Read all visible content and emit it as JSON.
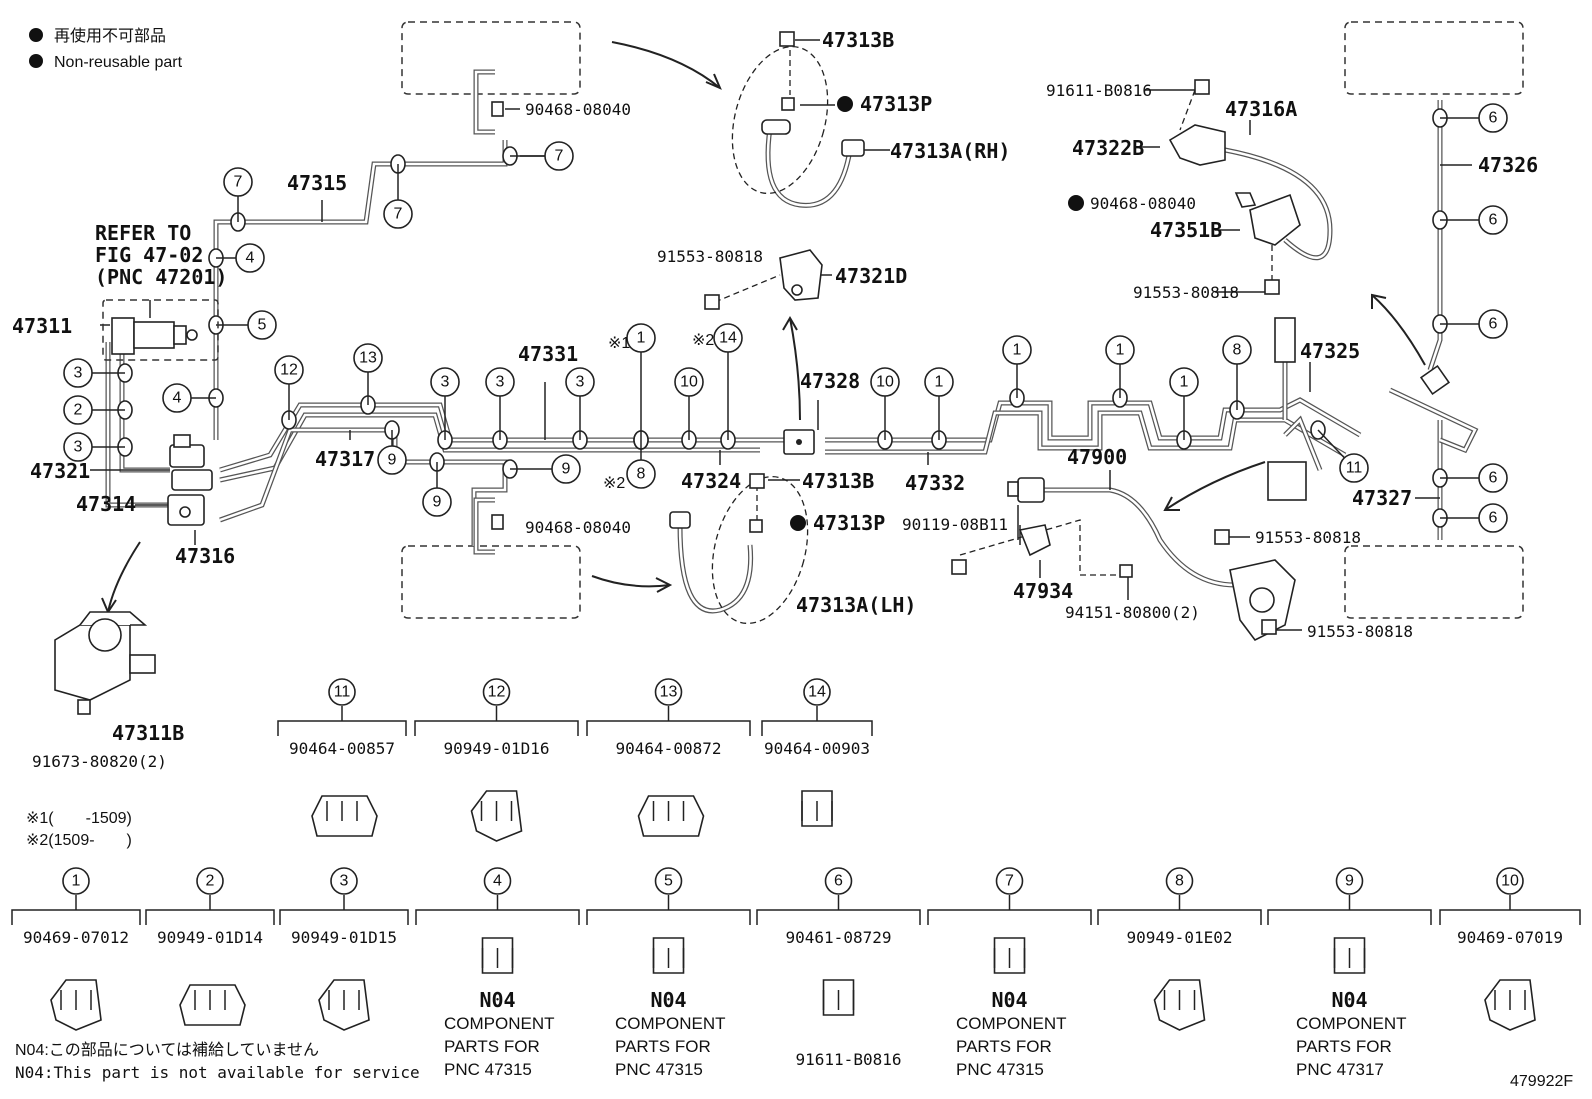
{
  "legend": {
    "line1": "再使用不可部品",
    "line2": "Non-reusable part"
  },
  "refer": {
    "line1": "REFER TO",
    "line2": "FIG 47-02",
    "line3": "(PNC 47201)"
  },
  "notes": {
    "s1": "※1(　　-1509)",
    "s2": "※2(1509-　　)",
    "n04_jp": "N04:この部品については補給していません",
    "n04_en": "N04:This part is not available for service"
  },
  "figure_id": "479922F",
  "parts": {
    "p47313B_top": "47313B",
    "p47313P_top": "47313P",
    "p47313A_rh": "47313A(RH)",
    "p90468_top": "90468-08040",
    "p91553_a": "91553-80818",
    "p47321D": "47321D",
    "p47315": "47315",
    "p47311": "47311",
    "p47331": "47331",
    "p47328": "47328",
    "p47321": "47321",
    "p47314": "47314",
    "p47316": "47316",
    "p47317": "47317",
    "p47324": "47324",
    "p47313B_bot": "47313B",
    "p47313P_bot": "47313P",
    "p47313A_lh": "47313A(LH)",
    "p90468_bot": "90468-08040",
    "p47332": "47332",
    "p47900": "47900",
    "p90119": "90119-08B11",
    "p47934": "47934",
    "p94151": "94151-80800(2)",
    "p91553_b": "91553-80818",
    "p91553_c": "91553-80818",
    "p91611_top": "91611-B0816",
    "p47316A": "47316A",
    "p47322B": "47322B",
    "p90468_r": "90468-08040",
    "p47351B": "47351B",
    "p91553_d": "91553-80818",
    "p47326": "47326",
    "p47325": "47325",
    "p47327": "47327",
    "p47311B": "47311B",
    "p91673": "91673-80820(2)",
    "mark1": "※1",
    "mark2a": "※2",
    "mark2b": "※2"
  },
  "callouts": {
    "c1": "1",
    "c2": "2",
    "c3": "3",
    "c4": "4",
    "c5": "5",
    "c6": "6",
    "c7": "7",
    "c8": "8",
    "c9": "9",
    "c10": "10",
    "c11": "11",
    "c12": "12",
    "c13": "13",
    "c14": "14"
  },
  "clip_table": {
    "row1": [
      {
        "num": "11",
        "pn": "90464-00857"
      },
      {
        "num": "12",
        "pn": "90949-01D16"
      },
      {
        "num": "13",
        "pn": "90464-00872"
      },
      {
        "num": "14",
        "pn": "90464-00903"
      }
    ],
    "row2": [
      {
        "num": "1",
        "pn": "90469-07012"
      },
      {
        "num": "2",
        "pn": "90949-01D14"
      },
      {
        "num": "3",
        "pn": "90949-01D15"
      },
      {
        "num": "4",
        "pn": "N04",
        "c1": "COMPONENT",
        "c2": "PARTS FOR",
        "c3": "PNC 47315"
      },
      {
        "num": "5",
        "pn": "N04",
        "c1": "COMPONENT",
        "c2": "PARTS FOR",
        "c3": "PNC 47315"
      },
      {
        "num": "6",
        "pn": "90461-08729",
        "extra": "91611-B0816"
      },
      {
        "num": "7",
        "pn": "N04",
        "c1": "COMPONENT",
        "c2": "PARTS FOR",
        "c3": "PNC 47315"
      },
      {
        "num": "8",
        "pn": "90949-01E02"
      },
      {
        "num": "9",
        "pn": "N04",
        "c1": "COMPONENT",
        "c2": "PARTS FOR",
        "c3": "PNC 47317"
      },
      {
        "num": "10",
        "pn": "90469-07019"
      }
    ]
  }
}
